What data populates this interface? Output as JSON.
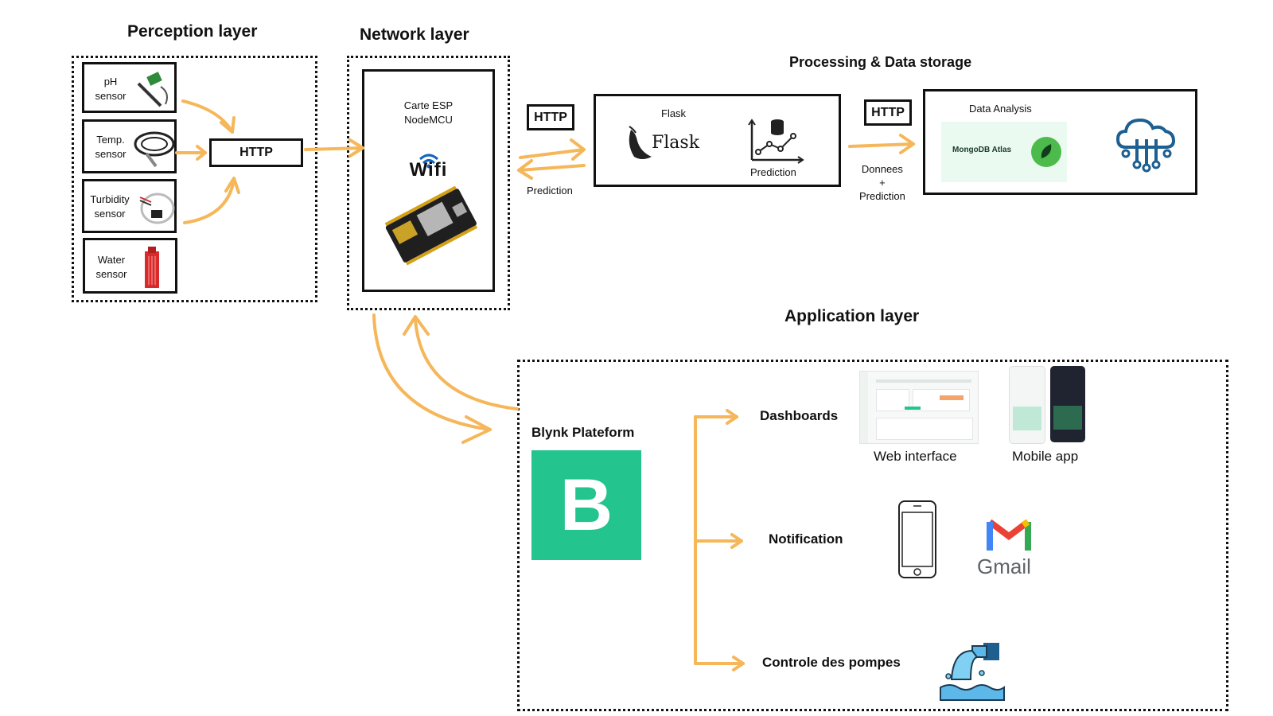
{
  "layers": {
    "perception": "Perception layer",
    "network": "Network layer",
    "processing": "Processing & Data storage",
    "application": "Application layer"
  },
  "sensors": [
    {
      "line1": "pH",
      "line2": "sensor"
    },
    {
      "line1": "Temp.",
      "line2": "sensor"
    },
    {
      "line1": "Turbidity",
      "line2": "sensor"
    },
    {
      "line1": "Water",
      "line2": "sensor"
    }
  ],
  "http": {
    "perception": "HTTP",
    "network_flask": "HTTP",
    "flask_db": "HTTP"
  },
  "esp": {
    "line1": "Carte ESP",
    "line2": "NodeMCU",
    "wifi": "Wifi"
  },
  "network_flask_caption": "Prediction",
  "flask": {
    "header": "Flask",
    "logo_text": "Flask",
    "prediction_label": "Prediction"
  },
  "db_caption": {
    "line1": "Donnees",
    "line2": "+",
    "line3": "Prediction"
  },
  "storage": {
    "header": "Data Analysis",
    "mongo": "MongoDB Atlas"
  },
  "blynk": {
    "label": "Blynk Plateform",
    "logo_letter": "B"
  },
  "app": {
    "dashboards": "Dashboards",
    "notification": "Notification",
    "pumps": "Controle des pompes",
    "web_interface": "Web interface",
    "mobile_app": "Mobile app",
    "gmail": "Gmail"
  },
  "colors": {
    "arrow": "#f5b75a",
    "blynk": "#23c48e",
    "cloud": "#1d5f91",
    "mongo_bg": "#eafaf0"
  }
}
